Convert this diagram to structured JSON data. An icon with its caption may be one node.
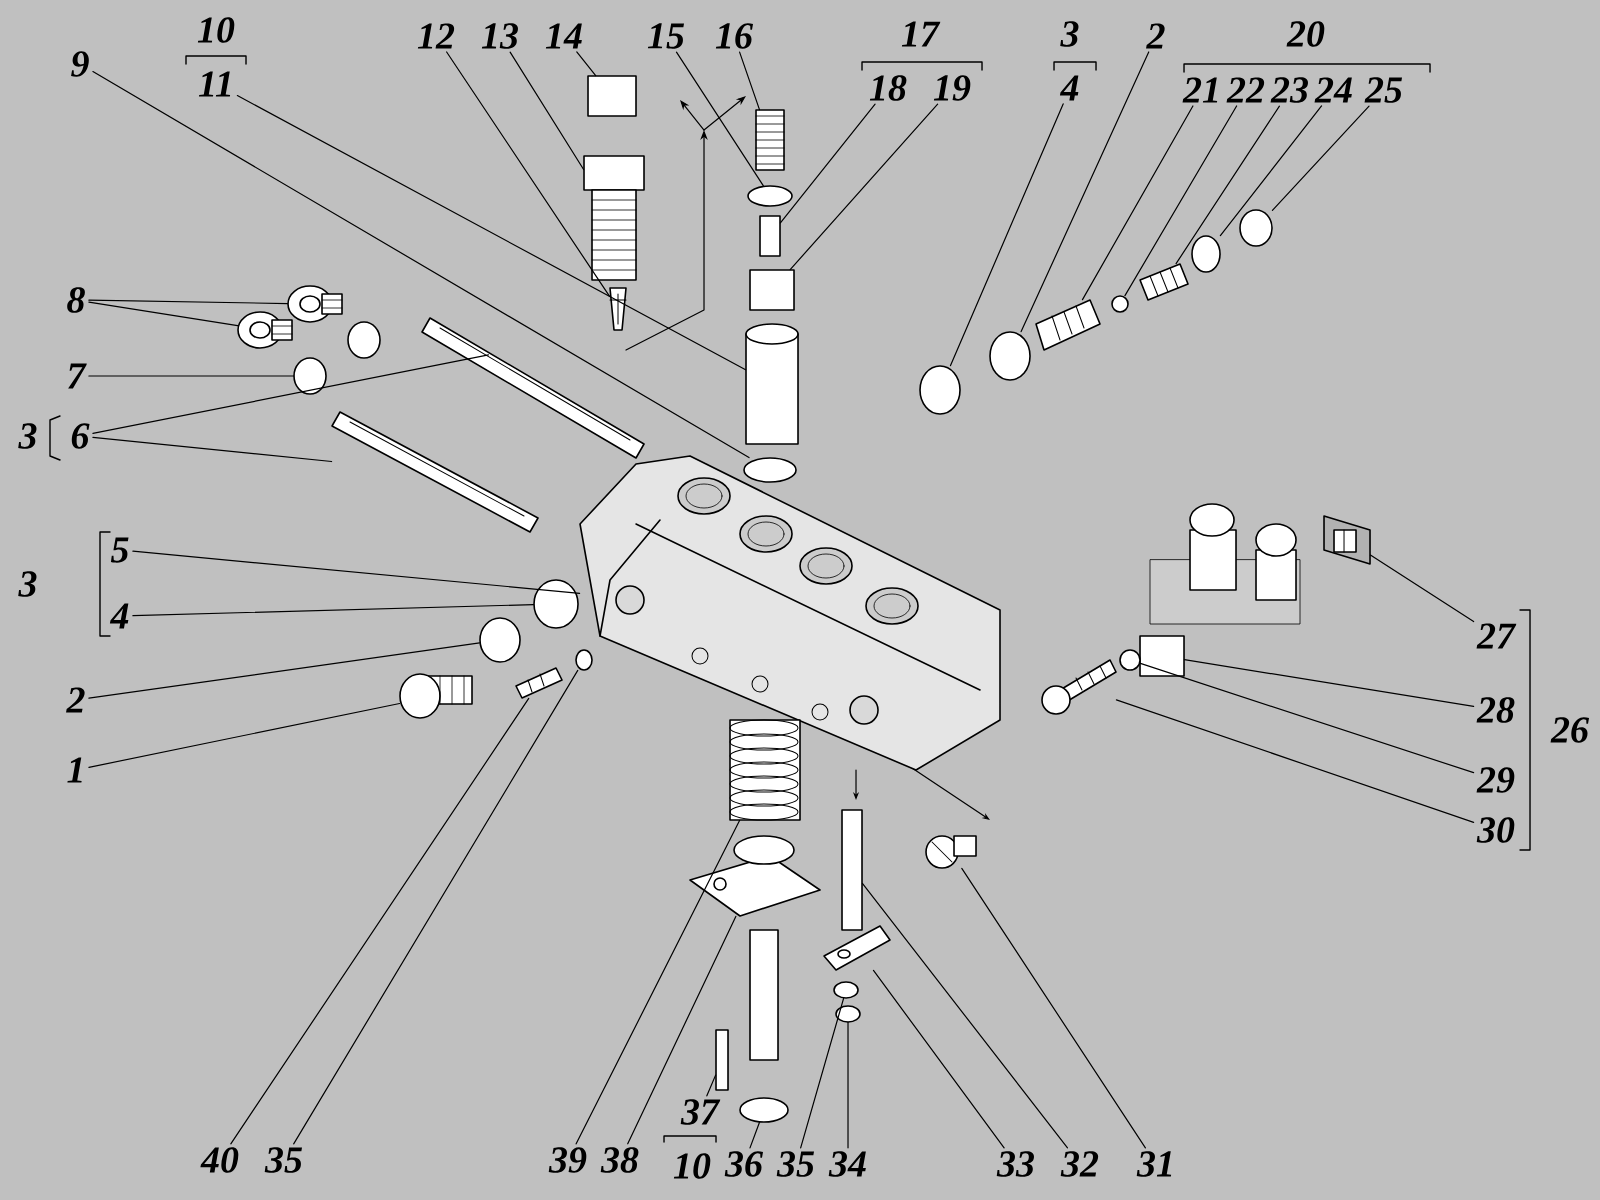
{
  "diagram": {
    "nodes": [
      {
        "text": [
          "9"
        ]
      },
      {
        "text": [
          "11"
        ]
      },
      {
        "text": [
          "12"
        ]
      },
      {
        "text": [
          "13"
        ]
      },
      {
        "text": [
          "14"
        ]
      },
      {
        "text": [
          "15"
        ]
      },
      {
        "text": [
          "16"
        ]
      },
      {
        "text": [
          "18"
        ]
      },
      {
        "text": [
          "19"
        ]
      },
      {
        "text": [
          "4"
        ]
      },
      {
        "text": [
          "2"
        ]
      },
      {
        "text": [
          "21"
        ]
      },
      {
        "text": [
          "22"
        ]
      },
      {
        "text": [
          "23"
        ]
      },
      {
        "text": [
          "24"
        ]
      },
      {
        "text": [
          "25"
        ]
      },
      {
        "text": [
          "8"
        ]
      },
      {
        "text": [
          "7"
        ]
      },
      {
        "text": [
          "6"
        ]
      },
      {
        "text": [
          "5"
        ]
      },
      {
        "text": [
          "4"
        ]
      },
      {
        "text": [
          "2"
        ]
      },
      {
        "text": [
          "1"
        ]
      },
      {
        "text": [
          "40"
        ]
      },
      {
        "text": [
          "35"
        ]
      },
      {
        "text": [
          "39"
        ]
      },
      {
        "text": [
          "38"
        ]
      },
      {
        "text": [
          "37"
        ]
      },
      {
        "text": [
          "36"
        ]
      },
      {
        "text": [
          "35"
        ]
      },
      {
        "text": [
          "34"
        ]
      },
      {
        "text": [
          "33"
        ]
      },
      {
        "text": [
          "32"
        ]
      },
      {
        "text": [
          "31"
        ]
      },
      {
        "text": [
          "27"
        ]
      },
      {
        "text": [
          "28"
        ]
      },
      {
        "text": [
          "29"
        ]
      },
      {
        "text": [
          "30"
        ]
      },
      {
        "text": [],
        "shape": "circle"
      },
      {
        "text": [],
        "shape": "cylinder"
      },
      {
        "text": [],
        "shape": "picture"
      },
      {
        "text": [],
        "shape": "picture"
      },
      {
        "text": [],
        "shape": "box"
      },
      {
        "text": [],
        "shape": "circle"
      },
      {
        "text": [],
        "shape": "picture"
      },
      {
        "text": [],
        "shape": "box"
      },
      {
        "text": [],
        "shape": "box"
      },
      {
        "text": [],
        "shape": "circle"
      },
      {
        "text": [],
        "shape": "circle"
      },
      {
        "text": [],
        "shape": "picture"
      },
      {
        "text": [],
        "shape": "circle"
      },
      {
        "text": [],
        "shape": "picture"
      },
      {
        "text": [],
        "shape": "circle"
      },
      {
        "text": [],
        "shape": "circle"
      },
      {
        "text": [],
        "shape": "picture"
      },
      {
        "text": [],
        "shape": "picture"
      },
      {
        "text": [],
        "shape": "circle"
      },
      {
        "text": [],
        "shape": "picture"
      },
      {
        "text": [],
        "shape": "picture"
      },
      {
        "text": [],
        "shape": "picture"
      },
      {
        "text": [],
        "shape": "circle"
      },
      {
        "text": [],
        "shape": "circle"
      },
      {
        "text": [],
        "shape": "picture"
      },
      {
        "text": [],
        "shape": "picture"
      },
      {
        "text": [],
        "shape": "circle"
      },
      {
        "text": [],
        "shape": "picture"
      },
      {
        "text": [],
        "shape": "picture"
      },
      {
        "text": [],
        "shape": "box"
      },
      {
        "text": [],
        "shape": "circle"
      },
      {
        "text": [],
        "shape": "circle"
      },
      {
        "text": [],
        "shape": "circle"
      },
      {
        "text": [],
        "shape": "picture"
      },
      {
        "text": [],
        "shape": "box"
      },
      {
        "text": [],
        "shape": "picture"
      },
      {
        "text": [],
        "shape": "picture"
      },
      {
        "text": [],
        "shape": "box"
      },
      {
        "text": [],
        "shape": "circle"
      },
      {
        "text": [],
        "shape": "picture"
      }
    ],
    "edges": [
      {
        "from": 0,
        "to": 38,
        "arrow": "none"
      },
      {
        "from": 1,
        "to": 39,
        "arrow": "none"
      },
      {
        "from": 2,
        "to": 40,
        "arrow": "none"
      },
      {
        "from": 3,
        "to": 41,
        "arrow": "none"
      },
      {
        "from": 4,
        "to": 42,
        "arrow": "none"
      },
      {
        "from": 5,
        "to": 43,
        "arrow": "none"
      },
      {
        "from": 6,
        "to": 44,
        "arrow": "none"
      },
      {
        "from": 7,
        "to": 45,
        "arrow": "none"
      },
      {
        "from": 8,
        "to": 46,
        "arrow": "none"
      },
      {
        "from": 9,
        "to": 47,
        "arrow": "none"
      },
      {
        "from": 10,
        "to": 48,
        "arrow": "none"
      },
      {
        "from": 11,
        "to": 49,
        "arrow": "none"
      },
      {
        "from": 12,
        "to": 50,
        "arrow": "none"
      },
      {
        "from": 13,
        "to": 51,
        "arrow": "none"
      },
      {
        "from": 14,
        "to": 52,
        "arrow": "none"
      },
      {
        "from": 15,
        "to": 53,
        "arrow": "none"
      },
      {
        "from": 16,
        "to": 54,
        "arrow": "none"
      },
      {
        "from": 16,
        "to": 55,
        "arrow": "none"
      },
      {
        "from": 17,
        "to": 56,
        "arrow": "none"
      },
      {
        "from": 18,
        "to": 57,
        "arrow": "none"
      },
      {
        "from": 18,
        "to": 58,
        "arrow": "none"
      },
      {
        "from": 19,
        "to": 59,
        "arrow": "none"
      },
      {
        "from": 20,
        "to": 60,
        "arrow": "none"
      },
      {
        "from": 21,
        "to": 61,
        "arrow": "none"
      },
      {
        "from": 22,
        "to": 62,
        "arrow": "none"
      },
      {
        "from": 23,
        "to": 63,
        "arrow": "none"
      },
      {
        "from": 24,
        "to": 64,
        "arrow": "none"
      },
      {
        "from": 25,
        "to": 65,
        "arrow": "none"
      },
      {
        "from": 26,
        "to": 66,
        "arrow": "none"
      },
      {
        "from": 27,
        "to": 67,
        "arrow": "none"
      },
      {
        "from": 28,
        "to": 68,
        "arrow": "none"
      },
      {
        "from": 29,
        "to": 69,
        "arrow": "none"
      },
      {
        "from": 30,
        "to": 70,
        "arrow": "none"
      },
      {
        "from": 31,
        "to": 71,
        "arrow": "none"
      },
      {
        "from": 32,
        "to": 72,
        "arrow": "none"
      },
      {
        "from": 33,
        "to": 73,
        "arrow": "none"
      },
      {
        "from": 34,
        "to": 74,
        "arrow": "none"
      },
      {
        "from": 35,
        "to": 75,
        "arrow": "none"
      },
      {
        "from": 36,
        "to": 76,
        "arrow": "none"
      },
      {
        "from": 37,
        "to": 77,
        "arrow": "none"
      }
    ],
    "labels": [
      "10",
      "17",
      "3",
      "20",
      "3",
      "3",
      "26",
      "10"
    ]
  }
}
